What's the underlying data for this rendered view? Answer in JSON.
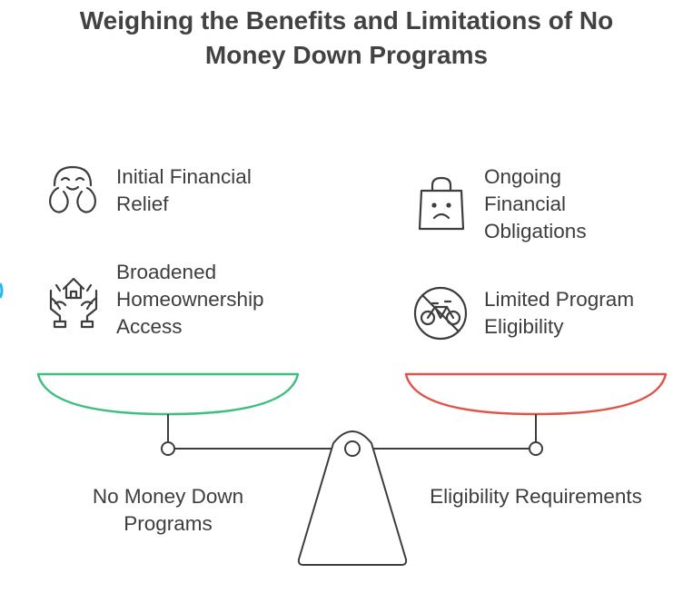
{
  "title": {
    "line1": "Weighing the Benefits and Limitations of No",
    "line2": "Money Down Programs"
  },
  "benefits": [
    {
      "icon": "relieved-face-hands-icon",
      "lines": [
        "Initial Financial",
        "Relief"
      ]
    },
    {
      "icon": "hands-holding-house-icon",
      "lines": [
        "Broadened",
        "Homeownership",
        "Access"
      ]
    }
  ],
  "limitations": [
    {
      "icon": "sad-shopping-bag-icon",
      "lines": [
        "Ongoing",
        "Financial",
        "Obligations"
      ]
    },
    {
      "icon": "no-bicycle-icon",
      "lines": [
        "Limited Program",
        "Eligibility"
      ]
    }
  ],
  "left_pan_label": {
    "lines": [
      "No Money Down",
      "Programs"
    ]
  },
  "right_pan_label": {
    "lines": [
      "Eligibility Requirements"
    ]
  },
  "colors": {
    "left_pan": "#3fbf7f",
    "right_pan": "#e0554a",
    "scale": "#3d3d3d",
    "edge_accent": "#29b6f6"
  }
}
